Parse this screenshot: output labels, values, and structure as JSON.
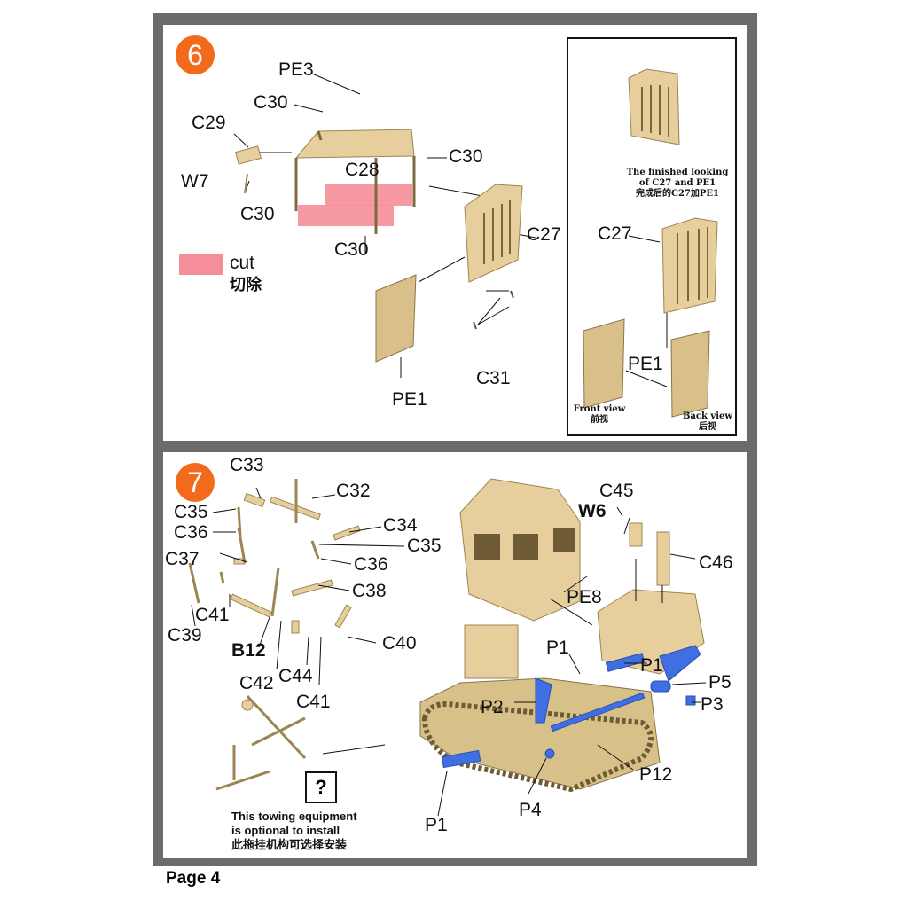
{
  "page_label": "Page 4",
  "step6": {
    "number": "6",
    "labels": {
      "pe3": "PE3",
      "c30_a": "C30",
      "c29": "C29",
      "c30_b": "C30",
      "c28": "C28",
      "w7": "W7",
      "c30_c": "C30",
      "c30_d": "C30",
      "c27": "C27",
      "pe1": "PE1",
      "c31": "C31"
    },
    "legend": {
      "color": "#f58e98",
      "text_en": "cut",
      "text_cn": "切除"
    },
    "inset": {
      "caption": [
        "The finished looking",
        "of C27 and PE1",
        "完成后的C27加PE1"
      ],
      "c27": "C27",
      "pe1": "PE1",
      "front_view": [
        "Front view",
        "前视"
      ],
      "back_view": [
        "Back view",
        "后视"
      ]
    }
  },
  "step7": {
    "number": "7",
    "labels": {
      "c33": "C33",
      "c32": "C32",
      "c35_a": "C35",
      "c36_a": "C36",
      "c34": "C34",
      "c35_b": "C35",
      "c37": "C37",
      "c36_b": "C36",
      "c38": "C38",
      "c41_a": "C41",
      "c39": "C39",
      "b12": "B12",
      "c40": "C40",
      "c42": "C42",
      "c44": "C44",
      "c41_b": "C41",
      "c45": "C45",
      "w6": "W6",
      "c46": "C46",
      "pe8": "PE8",
      "p1_a": "P1",
      "p1_b": "P1",
      "p5": "P5",
      "p2": "P2",
      "p3": "P3",
      "p12": "P12",
      "p4": "P4",
      "p1_c": "P1"
    },
    "optional_mark": "?",
    "note": [
      "This towing equipment",
      "is optional to install",
      "此拖挂机构可选择安装"
    ]
  },
  "colors": {
    "accent": "#f26a1b",
    "part_tan": "#e6cf9c",
    "highlight_blue": "#3f6fe0",
    "frame": "#6b6b6b"
  }
}
